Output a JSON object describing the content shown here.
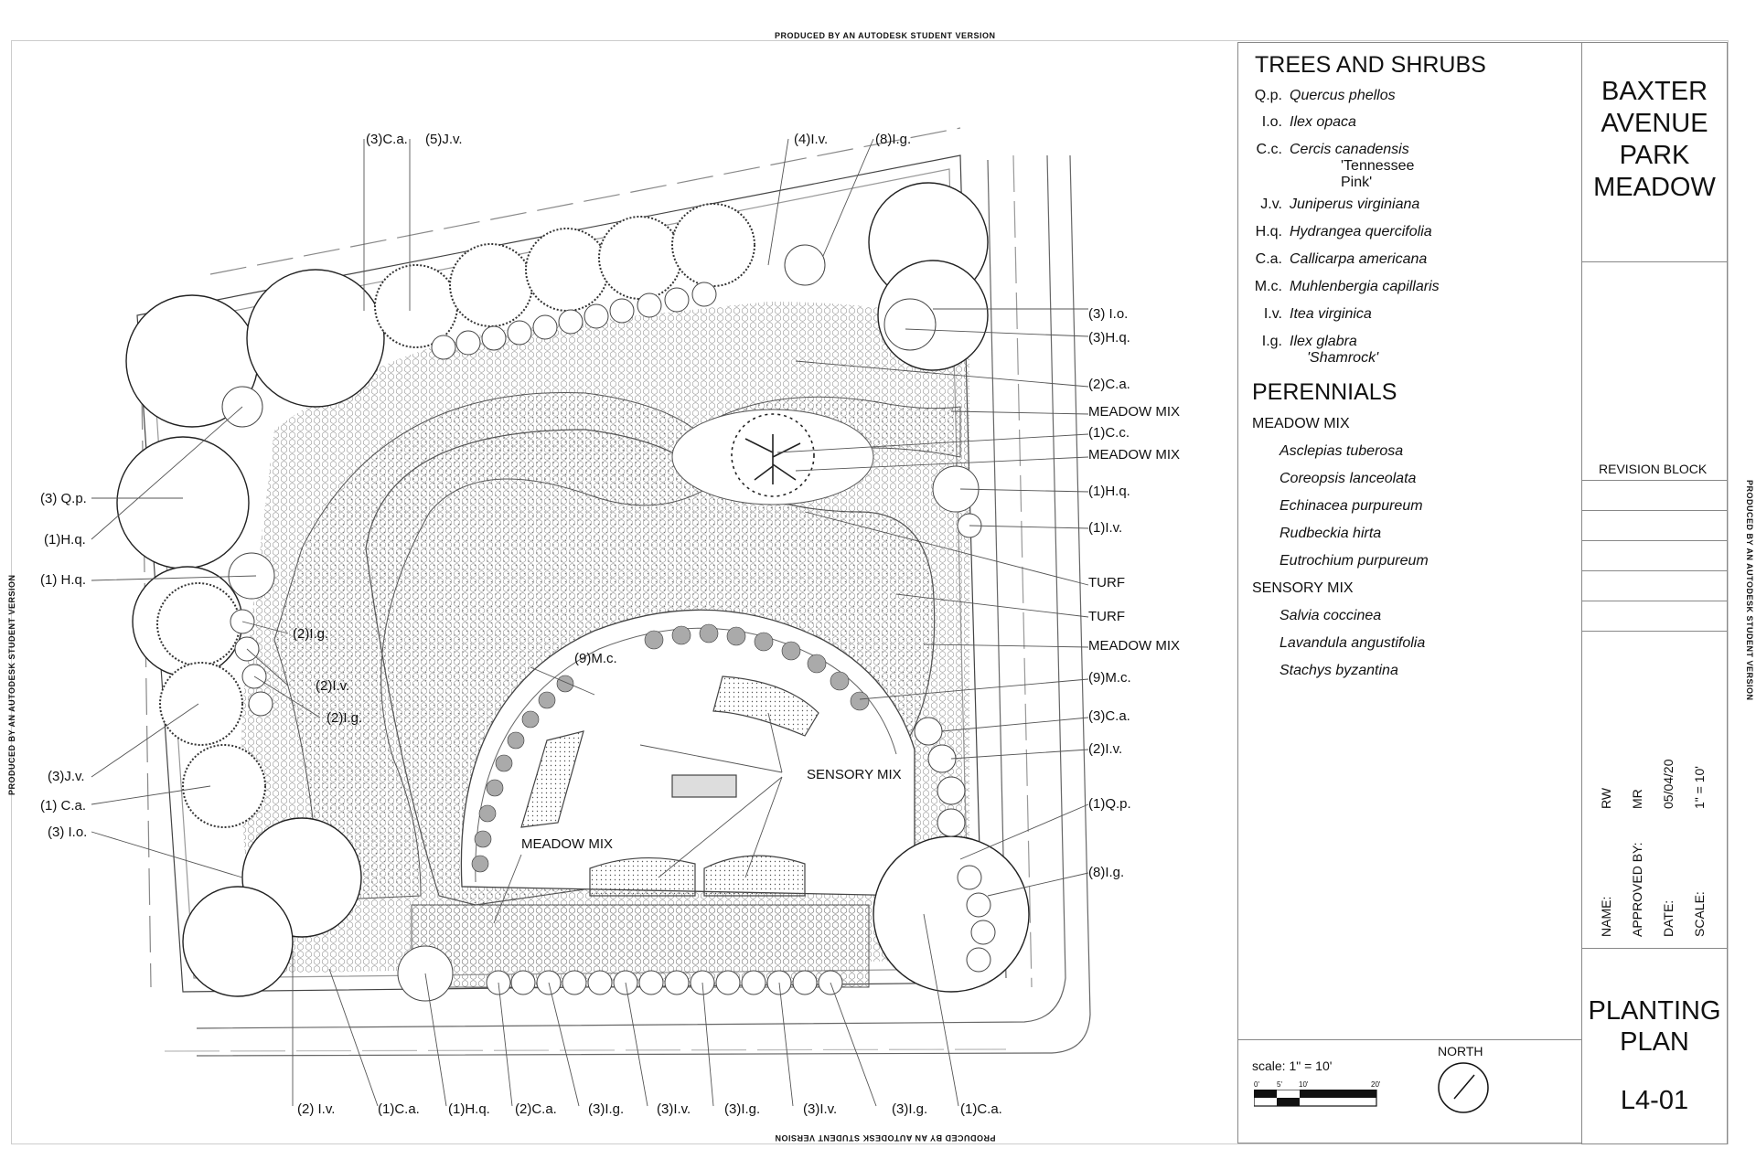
{
  "watermark": "PRODUCED BY AN AUTODESK STUDENT VERSION",
  "plan": {
    "callouts_top": [
      "(3)C.a.",
      "(5)J.v.",
      "(4)I.v.",
      "(8)I.g."
    ],
    "callouts_right": [
      "(3) I.o.",
      "(3)H.q.",
      "(2)C.a.",
      "MEADOW MIX",
      "(1)C.c.",
      "MEADOW MIX",
      "(1)H.q.",
      "(1)I.v.",
      "TURF",
      "TURF",
      "MEADOW MIX",
      "(9)M.c.",
      "(3)C.a.",
      "(2)I.v.",
      "(1)Q.p.",
      "(8)I.g."
    ],
    "callouts_left": [
      "(3) Q.p.",
      "(1)H.q.",
      "(1) H.q.",
      "(2)I.g.",
      "(2)I.v.",
      "(2)I.g.",
      "(3)J.v.",
      "(1) C.a.",
      "(3) I.o."
    ],
    "callouts_bottom": [
      "(2) I.v.",
      "(1)C.a.",
      "(1)H.q.",
      "(2)C.a.",
      "(3)I.g.",
      "(3)I.v.",
      "(3)I.g.",
      "(3)I.v.",
      "(3)I.g.",
      "(1)C.a."
    ],
    "inner_labels": {
      "m_c": "(9)M.c.",
      "sensory": "SENSORY MIX",
      "meadow": "MEADOW MIX"
    }
  },
  "legend": {
    "trees_heading": "TREES AND SHRUBS",
    "trees": [
      {
        "code": "Q.p.",
        "name": "Quercus phellos"
      },
      {
        "code": "I.o.",
        "name": "Ilex opaca"
      },
      {
        "code": "C.c.",
        "name": "Cercis canadensis",
        "line2": "'Tennessee",
        "line3": "Pink'"
      },
      {
        "code": "J.v.",
        "name": "Juniperus virginiana"
      },
      {
        "code": "H.q.",
        "name": "Hydrangea quercifolia"
      },
      {
        "code": "C.a.",
        "name": "Callicarpa americana"
      },
      {
        "code": "M.c.",
        "name": "Muhlenbergia capillaris"
      },
      {
        "code": "I.v.",
        "name": "Itea virginica"
      },
      {
        "code": "I.g.",
        "name": "Ilex glabra",
        "line2": "'Shamrock'"
      }
    ],
    "perennials_heading": "PERENNIALS",
    "meadow_heading": "MEADOW MIX",
    "meadow": [
      "Asclepias tuberosa",
      "Coreopsis lanceolata",
      "Echinacea purpureum",
      "Rudbeckia hirta",
      "Eutrochium purpureum"
    ],
    "sensory_heading": "SENSORY  MIX",
    "sensory": [
      "Salvia coccinea",
      "Lavandula angustifolia",
      "Stachys  byzantina"
    ]
  },
  "scale": {
    "label": "scale: 1\" = 10'",
    "ticks": [
      "0'",
      "5'",
      "10'",
      "20'"
    ],
    "north": "NORTH"
  },
  "title_block": {
    "project": [
      "BAXTER",
      "AVENUE",
      "PARK",
      "MEADOW"
    ],
    "revision": "REVISION BLOCK",
    "fields": [
      {
        "label": "NAME:",
        "value": "RW"
      },
      {
        "label": "APPROVED BY:",
        "value": "MR"
      },
      {
        "label": "DATE:",
        "value": "05/04/20"
      },
      {
        "label": "SCALE:",
        "value": "1\" = 10'"
      }
    ],
    "sheet_title": [
      "PLANTING",
      "PLAN"
    ],
    "sheet_number": "L4-01"
  }
}
